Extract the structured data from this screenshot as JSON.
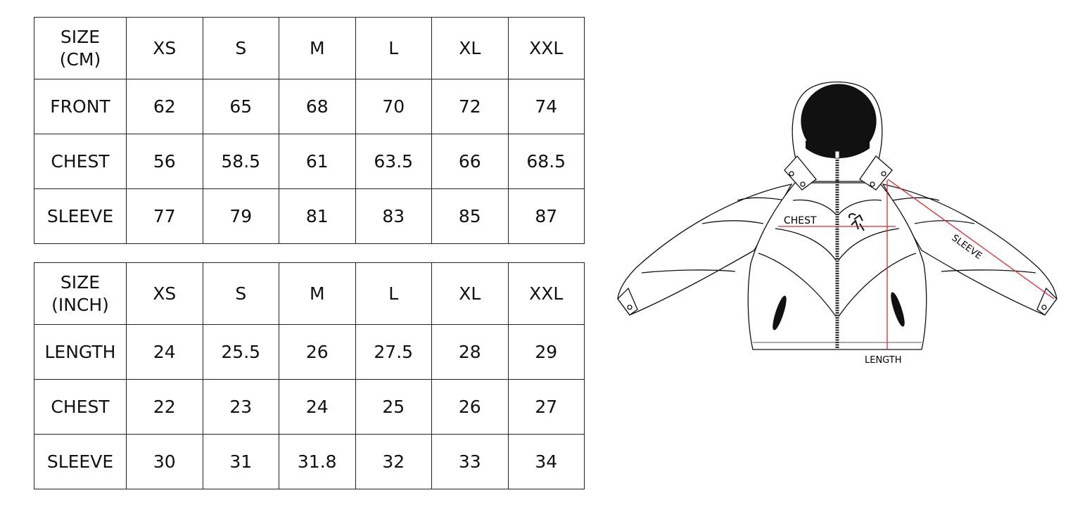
{
  "tables": [
    {
      "header": [
        "SIZE\n(CM)",
        "XS",
        "S",
        "M",
        "L",
        "XL",
        "XXL"
      ],
      "rows": [
        [
          "FRONT",
          "62",
          "65",
          "68",
          "70",
          "72",
          "74"
        ],
        [
          "CHEST",
          "56",
          "58.5",
          "61",
          "63.5",
          "66",
          "68.5"
        ],
        [
          "SLEEVE",
          "77",
          "79",
          "81",
          "83",
          "85",
          "87"
        ]
      ]
    },
    {
      "header": [
        "SIZE\n(INCH)",
        "XS",
        "S",
        "M",
        "L",
        "XL",
        "XXL"
      ],
      "rows": [
        [
          "LENGTH",
          "24",
          "25.5",
          "26",
          "27.5",
          "28",
          "29"
        ],
        [
          "CHEST",
          "22",
          "23",
          "24",
          "25",
          "26",
          "27"
        ],
        [
          "SLEEVE",
          "30",
          "31",
          "31.8",
          "32",
          "33",
          "34"
        ]
      ]
    }
  ],
  "diagram": {
    "labels": {
      "chest": "CHEST",
      "sleeve": "SLEEVE",
      "length": "LENGTH"
    },
    "measure_color": "#e8262b"
  }
}
